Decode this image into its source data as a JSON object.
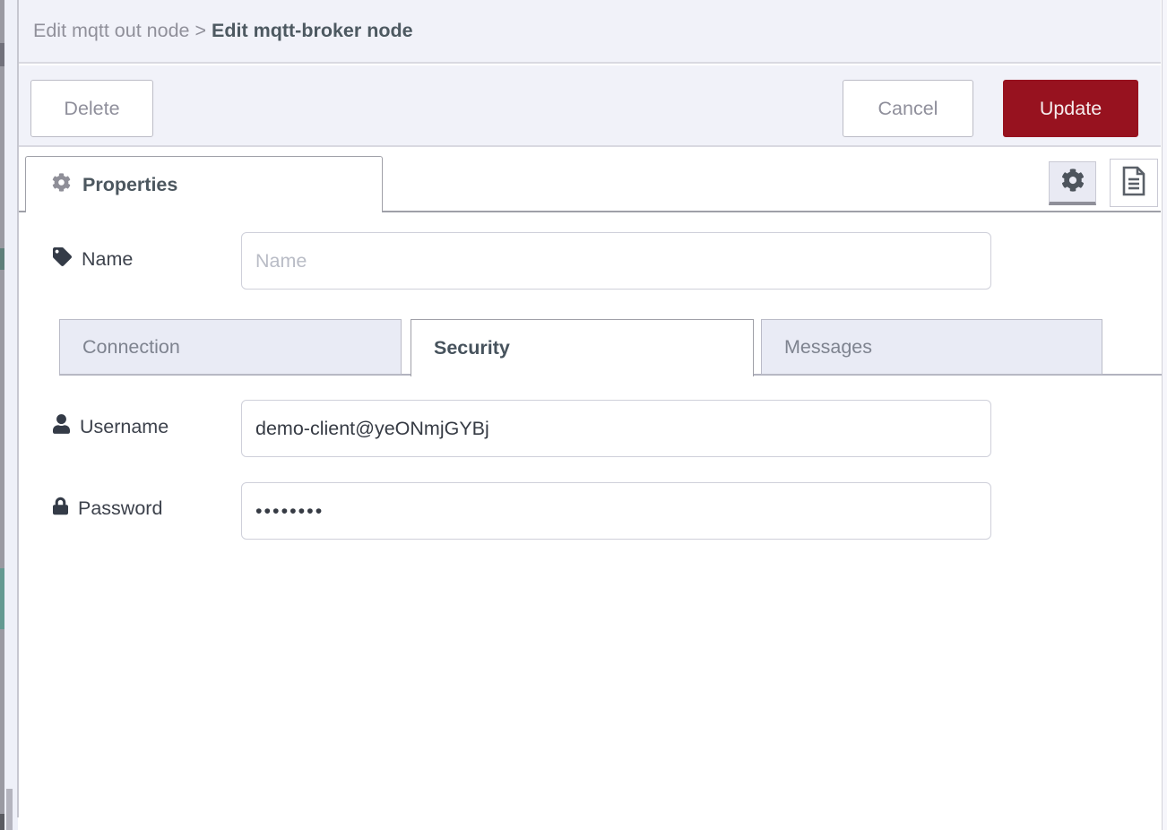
{
  "breadcrumb": {
    "parent": "Edit mqtt out node",
    "separator": " > ",
    "current": "Edit mqtt-broker node"
  },
  "toolbar": {
    "delete_label": "Delete",
    "cancel_label": "Cancel",
    "update_label": "Update"
  },
  "editor_tabs": {
    "properties_label": "Properties"
  },
  "form": {
    "name": {
      "label": "Name",
      "value": "",
      "placeholder": "Name"
    },
    "tabs": [
      {
        "label": "Connection",
        "active": false
      },
      {
        "label": "Security",
        "active": true
      },
      {
        "label": "Messages",
        "active": false
      }
    ],
    "username": {
      "label": "Username",
      "value": "demo-client@yeONmjGYBj"
    },
    "password": {
      "label": "Password",
      "value": "••••••••"
    }
  },
  "colors": {
    "accent_red": "#97121f",
    "tray_bg": "#f1f2f9",
    "inactive_tab_bg": "#e9ebf5",
    "border_gray": "#9fa0a8"
  }
}
